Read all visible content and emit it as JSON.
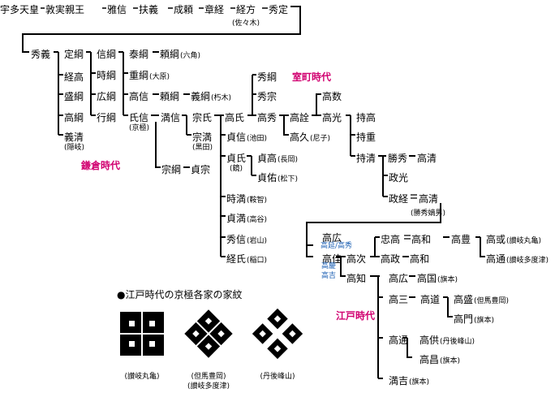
{
  "lineage_top": {
    "uda": "宇多天皇",
    "atsuzane": "敦実親王",
    "masanobu": "雅信",
    "sukezane": "扶義",
    "narinori": "成頼",
    "noritsune": "章経",
    "tsunekata": "経方",
    "hidesada": "秀定",
    "hidesada_note": "(佐々木)"
  },
  "kamakura": {
    "hideyoshi": "秀義",
    "sadatsuna": "定綱",
    "tsunetaka": "経高",
    "moritsuna": "盛綱",
    "takatsuna": "高綱",
    "yoshikiyo": "義清",
    "yoshikiyo_note": "(隠岐)",
    "nobutsuna": "信綱",
    "tokitsuna": "時綱",
    "hirotsuna": "広綱",
    "yukitsuna": "行綱",
    "yasutsuna": "泰綱",
    "yoritsuna_rokkaku": "頼綱",
    "yoritsuna_rokkaku_note": "(六角)",
    "shigetsuna": "重綱",
    "shigetsuna_note": "(大原)",
    "takanobu": "高信",
    "yoritsuna_kutsuki": "頼綱",
    "yoshitsuna": "義綱",
    "yoshitsuna_note": "(朽木)",
    "ujinobu": "氏信",
    "ujinobu_note": "(京極)",
    "mitsunobu": "満信",
    "muneuji": "宗氏",
    "munemitsu": "宗満",
    "munemitsu_note": "(黒田)",
    "munetsuna": "宗綱",
    "sadamune": "貞宗"
  },
  "muromachi": {
    "hidetsuna": "秀綱",
    "hidemune": "秀宗",
    "takauji": "高氏",
    "takahide": "高秀",
    "takanori": "高詮",
    "takakazu": "高数",
    "takamitsu": "高光",
    "mochitaka": "持高",
    "mochishige": "持重",
    "mochikiyo": "持清",
    "katsuhide": "勝秀",
    "takakiyo": "高清",
    "masamitsu": "政光",
    "masatsune": "政経",
    "takakiyo_b": "高清",
    "takakiyo_b_note": "(勝秀嫡男)",
    "takahisa": "高久",
    "takahisa_note": "(尼子)",
    "sadanobu": "貞信",
    "sadanobu_note": "(池田)",
    "sadauji": "貞氏",
    "sadauji_note": "(鏡)",
    "sadataka": "貞高",
    "sadataka_note": "(長岡)",
    "sadasuke": "貞佑",
    "sadasuke_note": "(松下)",
    "tokimitsu": "時満",
    "tokimitsu_note": "(鞍智)",
    "sadamitsu": "貞満",
    "sadamitsu_note": "(高谷)",
    "hidenobu": "秀信",
    "hidenobu_note": "(岩山)",
    "tsuneyasu": "経氏",
    "tsuneyasu_note": "(稲口)"
  },
  "edo": {
    "takahiro": "高広",
    "takahiro_alt": "高延/高秀",
    "takayoshi": "高佳",
    "takayoshi_alt1": "高慶",
    "takayoshi_alt2": "高吉",
    "takatsugu": "高次",
    "takatomo": "高知",
    "tadataka": "忠高",
    "takakazu_a": "高和",
    "takatoyo": "高豊",
    "takamochi": "高或",
    "takamochi_note": "(讃岐丸亀)",
    "takamichi": "高通",
    "takamichi_note": "(讃岐多度津)",
    "takamasa": "高政",
    "takakazu_b": "高和",
    "takahiro_b": "高広",
    "takakuni": "高国",
    "takakuni_note": "(旗本)",
    "takami": "高三",
    "takamichi_b": "高道",
    "takamori": "高盛",
    "takamori_note": "(但馬豊岡)",
    "takakado": "高門",
    "takakado_note": "(旗本)",
    "takamichi_c": "高通",
    "takatomo_b": "高供",
    "takatomo_b_note": "(丹後峰山)",
    "takamasa_b": "高昌",
    "takamasa_b_note": "(旗本)",
    "mitsuyoshi": "満吉",
    "mitsuyoshi_note": "(旗本)"
  },
  "eras": {
    "kamakura": "鎌倉時代",
    "muromachi": "室町時代",
    "edo": "江戸時代"
  },
  "kamon_section": {
    "title": "●江戸時代の京極各家の家紋",
    "crests": [
      {
        "caption": "(讃岐丸亀)"
      },
      {
        "caption": "(但馬豊岡)",
        "caption2": "(讃岐多度津)"
      },
      {
        "caption": "(丹後峰山)"
      }
    ]
  },
  "colors": {
    "era_label": "#d10070",
    "alias_text": "#1f62b4",
    "line": "#000000"
  }
}
